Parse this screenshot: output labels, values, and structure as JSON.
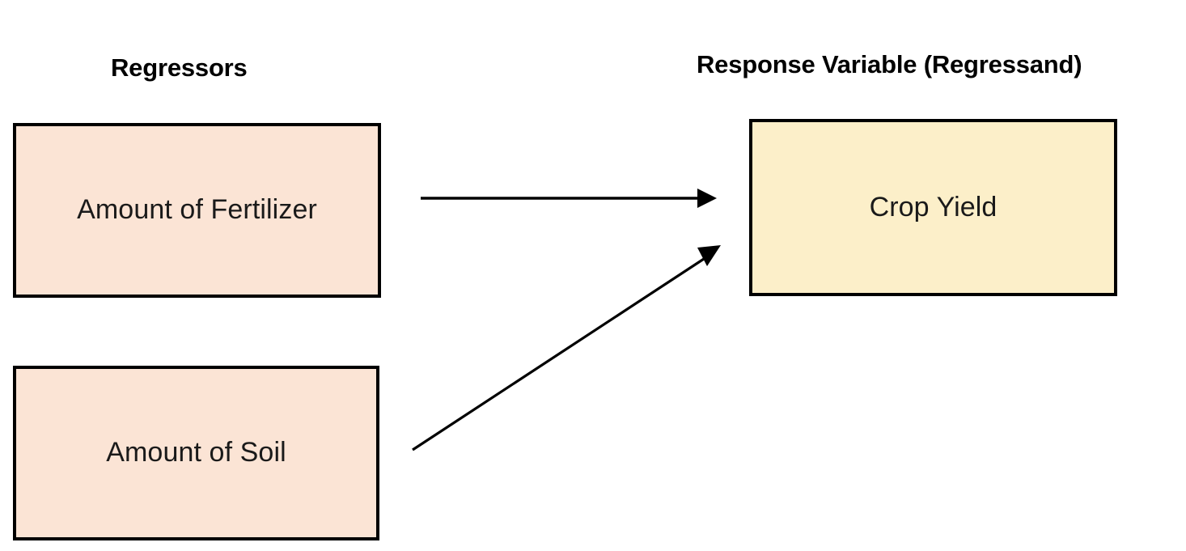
{
  "diagram": {
    "title_left": "Regressors",
    "title_right": "Response Variable (Regressand)",
    "nodes": [
      {
        "id": "fertilizer",
        "label": "Amount of Fertilizer",
        "role": "regressor",
        "fill": "#FBE4D5",
        "border": "#000000"
      },
      {
        "id": "soil",
        "label": "Amount of Soil",
        "role": "regressor",
        "fill": "#FBE4D5",
        "border": "#000000"
      },
      {
        "id": "crop_yield",
        "label": "Crop Yield",
        "role": "response",
        "fill": "#FCEFC9",
        "border": "#000000"
      }
    ],
    "edges": [
      {
        "from": "fertilizer",
        "to": "crop_yield",
        "style": "solid-arrow",
        "color": "#000000"
      },
      {
        "from": "soil",
        "to": "crop_yield",
        "style": "solid-arrow",
        "color": "#000000"
      }
    ]
  }
}
